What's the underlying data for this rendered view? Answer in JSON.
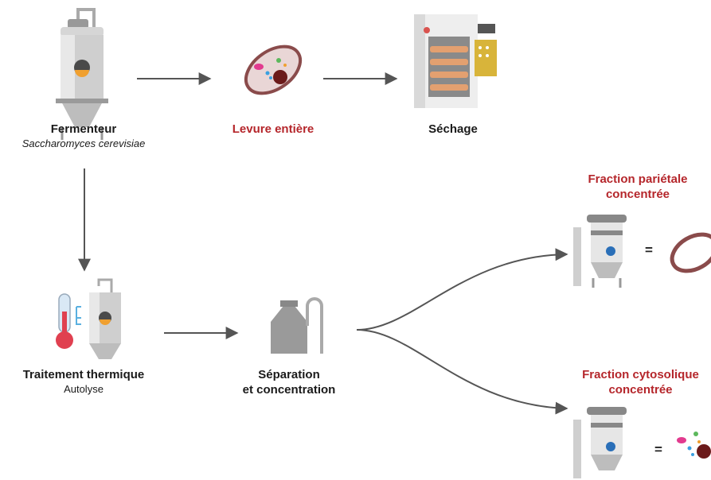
{
  "nodes": {
    "fermenteur": {
      "title": "Fermenteur",
      "subtitle": "Saccharomyces cerevisiae"
    },
    "levure": {
      "title": "Levure entière"
    },
    "sechage": {
      "title": "Séchage"
    },
    "traitement": {
      "title": "Traitement thermique",
      "subtitle": "Autolyse"
    },
    "separation": {
      "line1": "Séparation",
      "line2": "et concentration"
    },
    "parietale": {
      "line1": "Fraction pariétale",
      "line2": "concentrée",
      "equals": "="
    },
    "cytosolique": {
      "line1": "Fraction cytosolique",
      "line2": "concentrée",
      "equals": "="
    }
  },
  "colors": {
    "highlight_text": "#b5262b",
    "arrow": "#555555",
    "tank": "#c9c9c9",
    "cell_wall": "#8a4b4b"
  },
  "icons": [
    "fermenter-tank-icon",
    "yeast-cell-icon",
    "dryer-icon",
    "thermometer-icon",
    "decanter-icon",
    "separator-icon",
    "cell-wall-icon",
    "cytosol-icon"
  ]
}
